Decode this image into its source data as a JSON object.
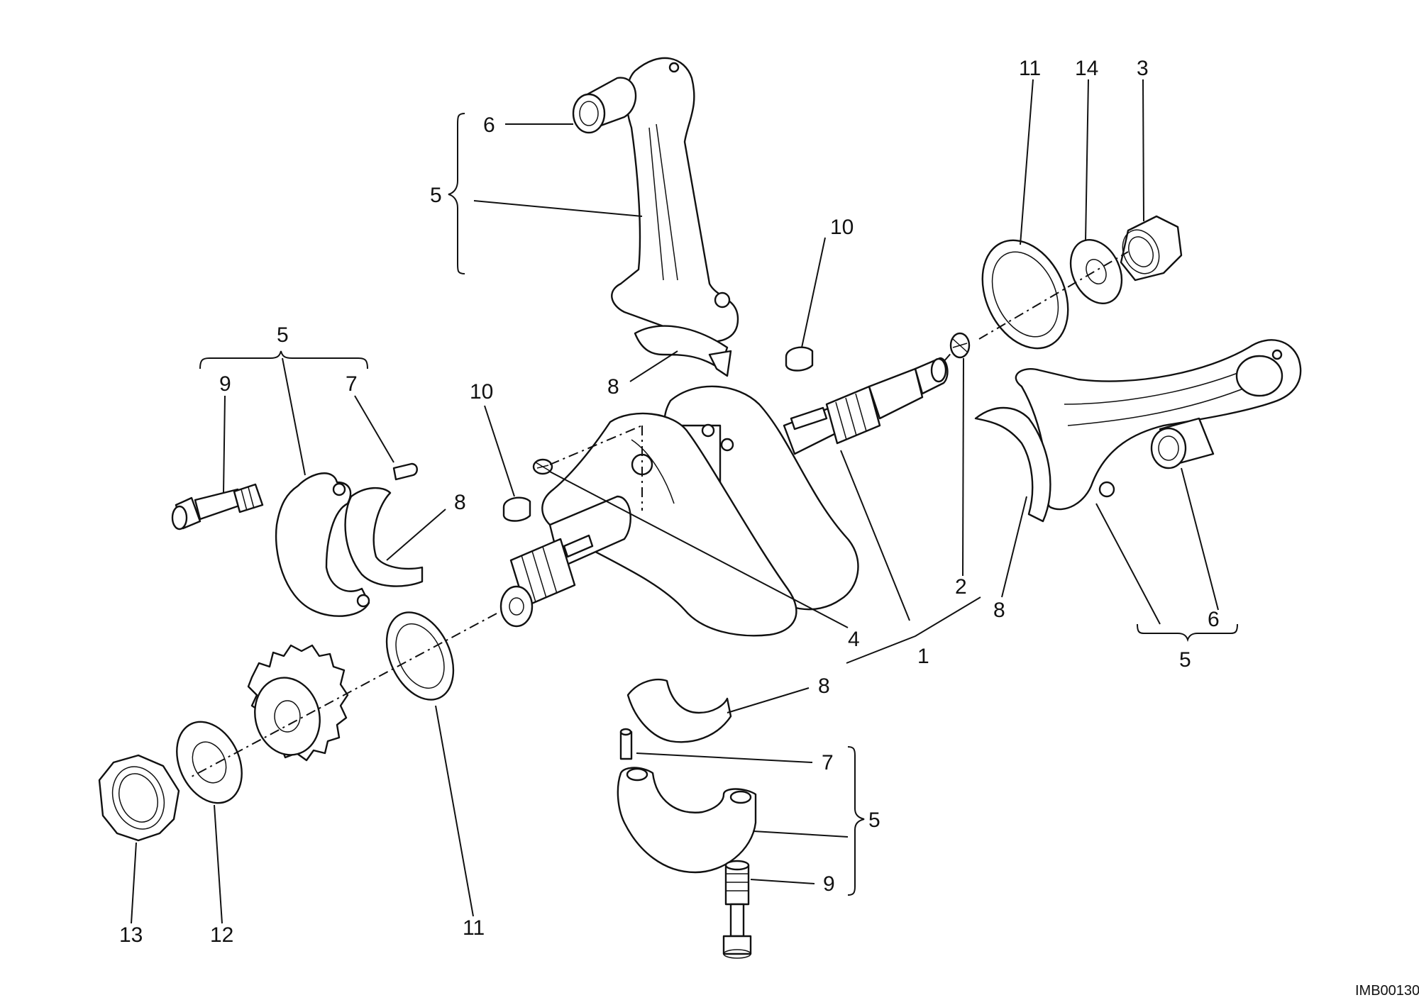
{
  "diagram": {
    "image_code": "IMB00130",
    "labels": {
      "rod_top_pin_bush": "6",
      "rod_top_assembly": "5",
      "rod_top_bearing": "8",
      "woodruff_key_top": "10",
      "flywheel_washer": "11",
      "flywheel_lockwasher": "14",
      "flywheel_nut": "3",
      "crank_plug_right": "2",
      "rod_right_bearing": "8",
      "rod_right_assembly": "5",
      "rod_right_pin_bush": "6",
      "crankshaft": "1",
      "crank_plug_left": "4",
      "cap_left_assembly": "5",
      "cap_left_screw": "9",
      "cap_left_dowel": "7",
      "cap_left_bearing": "8",
      "woodruff_key_left": "10",
      "timing_washer": "11",
      "gear_nut": "13",
      "gear_washer": "12",
      "lower_bearing": "8",
      "lower_dowel": "7",
      "lower_cap_assembly": "5",
      "lower_screw": "9"
    }
  }
}
